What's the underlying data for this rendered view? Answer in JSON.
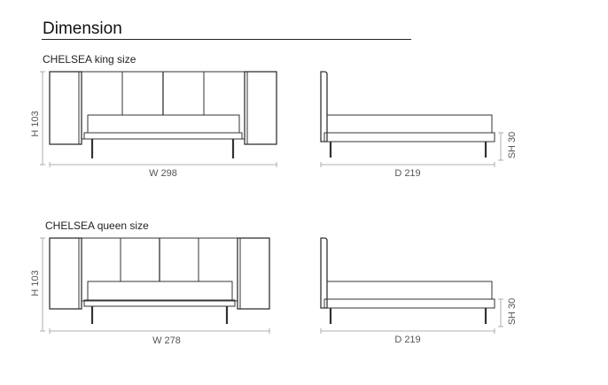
{
  "title": "Dimension",
  "king": {
    "label": "CHELSEA king size",
    "height": "H 103",
    "width": "W 298",
    "depth": "D 219",
    "seat_height": "SH 30"
  },
  "queen": {
    "label": "CHELSEA queen size",
    "height": "H 103",
    "width": "W 278",
    "depth": "D 219",
    "seat_height": "SH 30"
  }
}
